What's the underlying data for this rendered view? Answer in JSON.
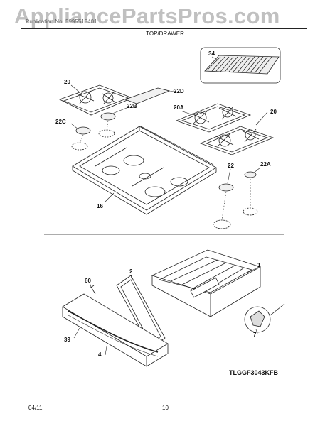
{
  "watermark": "AppliancePartsPros.com",
  "header": {
    "text": "Publication No. 5995515401",
    "section_title": "TOP/DRAWER"
  },
  "callouts": {
    "c34": "34",
    "c20a": "20",
    "c22d": "22D",
    "c22b": "22B",
    "c20A": "20A",
    "c20b": "20",
    "c22c": "22C",
    "c22": "22",
    "c22a": "22A",
    "c16": "16",
    "c1": "1",
    "c2": "2",
    "c60": "60",
    "c39": "39",
    "c4": "4",
    "c7": "7"
  },
  "model_code": "TLGGF3043KFB",
  "footer": {
    "date": "04/11",
    "page": "10"
  }
}
